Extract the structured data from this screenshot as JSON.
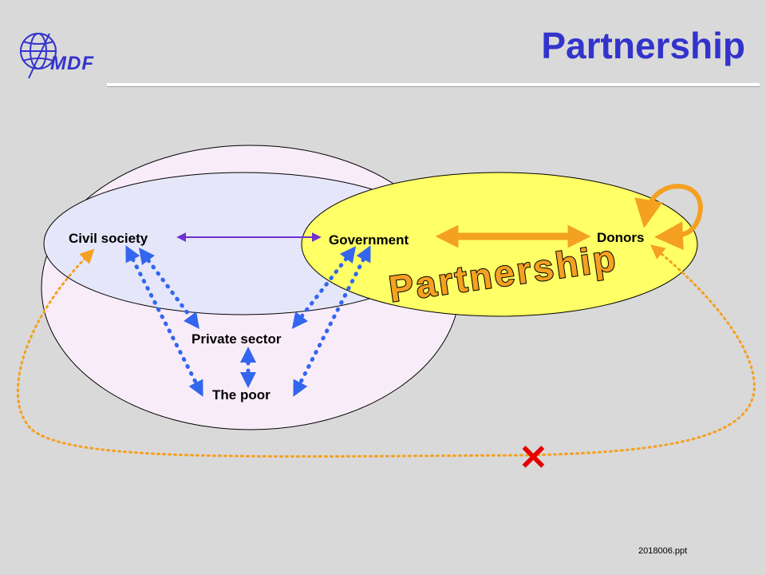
{
  "slide": {
    "title": "Partnership",
    "logo_text": "MDF",
    "footer": "2018006.ppt"
  },
  "diagram": {
    "nodes": {
      "civil_society": "Civil society",
      "government": "Government",
      "donors": "Donors",
      "private_sector": "Private sector",
      "the_poor": "The poor"
    },
    "banner_text": "Partnership",
    "broken_link_symbol": "✕"
  },
  "colors": {
    "title": "#3333cc",
    "outer_ellipse": "#f9ecf9",
    "civil_ellipse": "#e6e6fa",
    "yellow_ellipse": "#ffff66",
    "blue_arrows": "#3366ee",
    "orange": "#f4a020",
    "purple_arrow": "#7030d0",
    "cross": "#e60000"
  }
}
